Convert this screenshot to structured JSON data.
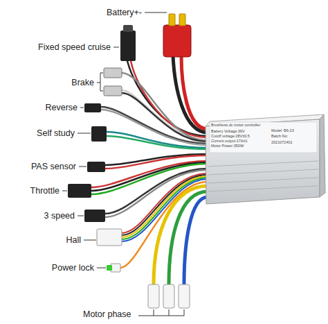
{
  "diagram": {
    "nodes": [
      {
        "text": [
          "Brushless dc motor controller",
          "Battery Voltage:36V",
          "Cutoff voltage:28V±0.5",
          "Current output:17A±1",
          "Motor Power:350W",
          "Model: B6-23",
          "Batch No:",
          "2021072401"
        ]
      }
    ],
    "labels": [
      "Battery+-",
      "Fixed speed cruise",
      "Brake",
      "Reverse",
      "Self study",
      "PAS sensor",
      "Throttle",
      "3 speed",
      "Hall",
      "Power lock",
      "Motor phase"
    ]
  }
}
